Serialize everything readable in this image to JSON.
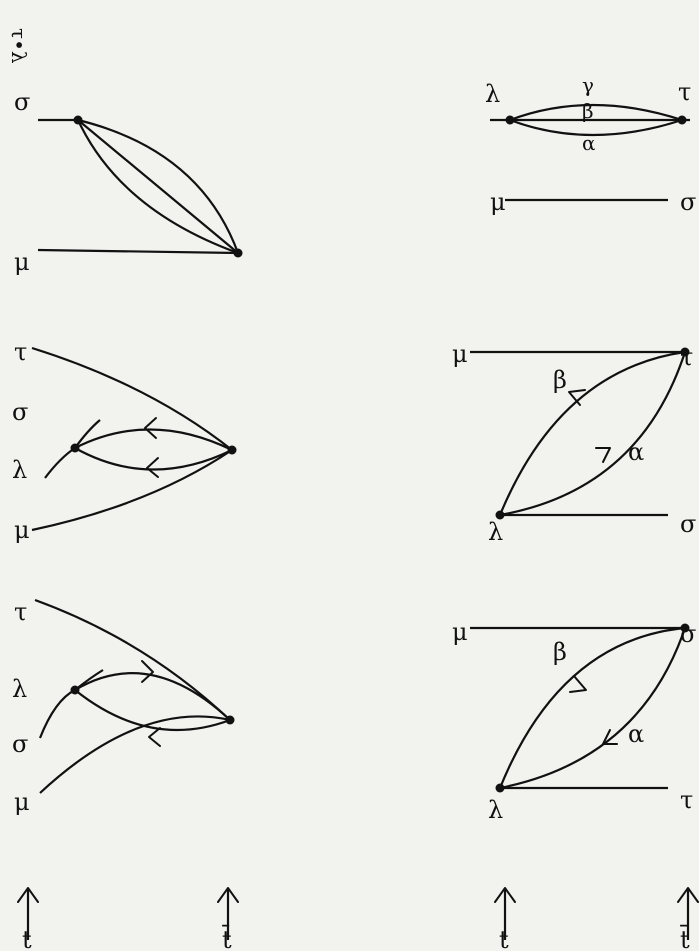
{
  "diagrams": {
    "top_left": {
      "mu": "μ",
      "sigma": "σ",
      "lambda": "λ",
      "tau": "τ"
    },
    "top_middle": {
      "mu": "μ",
      "lambda": "λ",
      "sigma": "σ",
      "tau": "τ"
    },
    "top_right": {
      "mu": "μ",
      "sigma": "σ",
      "annotation": "τ•λ"
    },
    "bottom_left": {
      "tau": "τ",
      "lambda": "λ",
      "mu": "μ",
      "sigma": "σ",
      "alpha": "α",
      "beta": "β"
    },
    "bottom_middle": {
      "sigma": "σ",
      "lambda": "λ",
      "mu": "μ",
      "tau": "τ",
      "alpha": "α",
      "beta": "β"
    },
    "bottom_right": {
      "mu": "μ",
      "sigma": "σ",
      "lambda": "λ",
      "tau": "τ",
      "alpha": "α",
      "beta": "β",
      "gamma": "γ"
    }
  },
  "time_axes": {
    "top": {
      "t": "t",
      "t_bar": "t̄"
    },
    "bottom": {
      "t": "t",
      "t_bar": "t̄"
    }
  }
}
